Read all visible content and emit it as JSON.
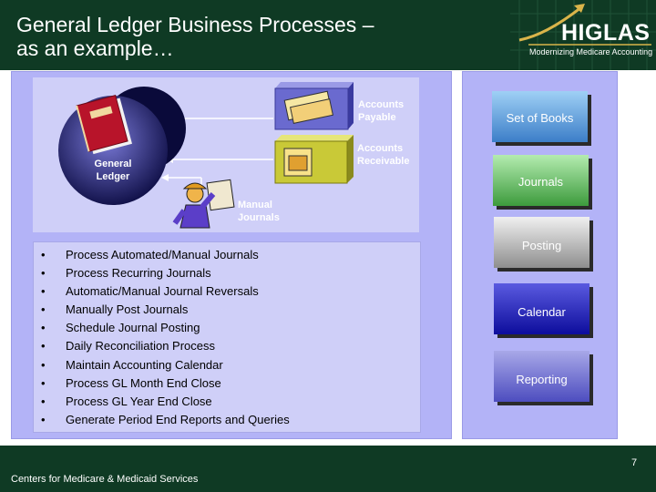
{
  "header": {
    "title_line1": "General Ledger Business Processes –",
    "title_line2": "as an example…"
  },
  "logo": {
    "word": "HIGLAS",
    "tagline": "Modernizing Medicare Accounting"
  },
  "diagram": {
    "gl_line1": "General",
    "gl_line2": "Ledger",
    "ap_line1": "Accounts",
    "ap_line2": "Payable",
    "ar_line1": "Accounts",
    "ar_line2": "Receivable",
    "mj_line1": "Manual",
    "mj_line2": "Journals"
  },
  "processes": [
    "Process Automated/Manual Journals",
    "Process Recurring Journals",
    "Automatic/Manual Journal Reversals",
    "Manually Post Journals",
    "Schedule Journal Posting",
    "Daily Reconciliation Process",
    "Maintain Accounting Calendar",
    "Process GL Month End Close",
    "Process GL Year End Close",
    "Generate Period End Reports and Queries"
  ],
  "bullet": "•",
  "nav": {
    "set_of_books": "Set of Books",
    "journals": "Journals",
    "posting": "Posting",
    "calendar": "Calendar",
    "reporting": "Reporting"
  },
  "footer": {
    "org": "Centers for Medicare & Medicaid Services",
    "page": "7"
  },
  "colors": {
    "header_bg": "#0f3a24",
    "panel_bg": "#b3b3f7",
    "box_bg": "#cfcff8",
    "diagram_label": "#ffffff"
  },
  "icons": {
    "ledger": "red-book-icon",
    "payable": "check-payment-icon",
    "receivable": "cash-register-icon",
    "manual": "worker-presenting-icon"
  }
}
